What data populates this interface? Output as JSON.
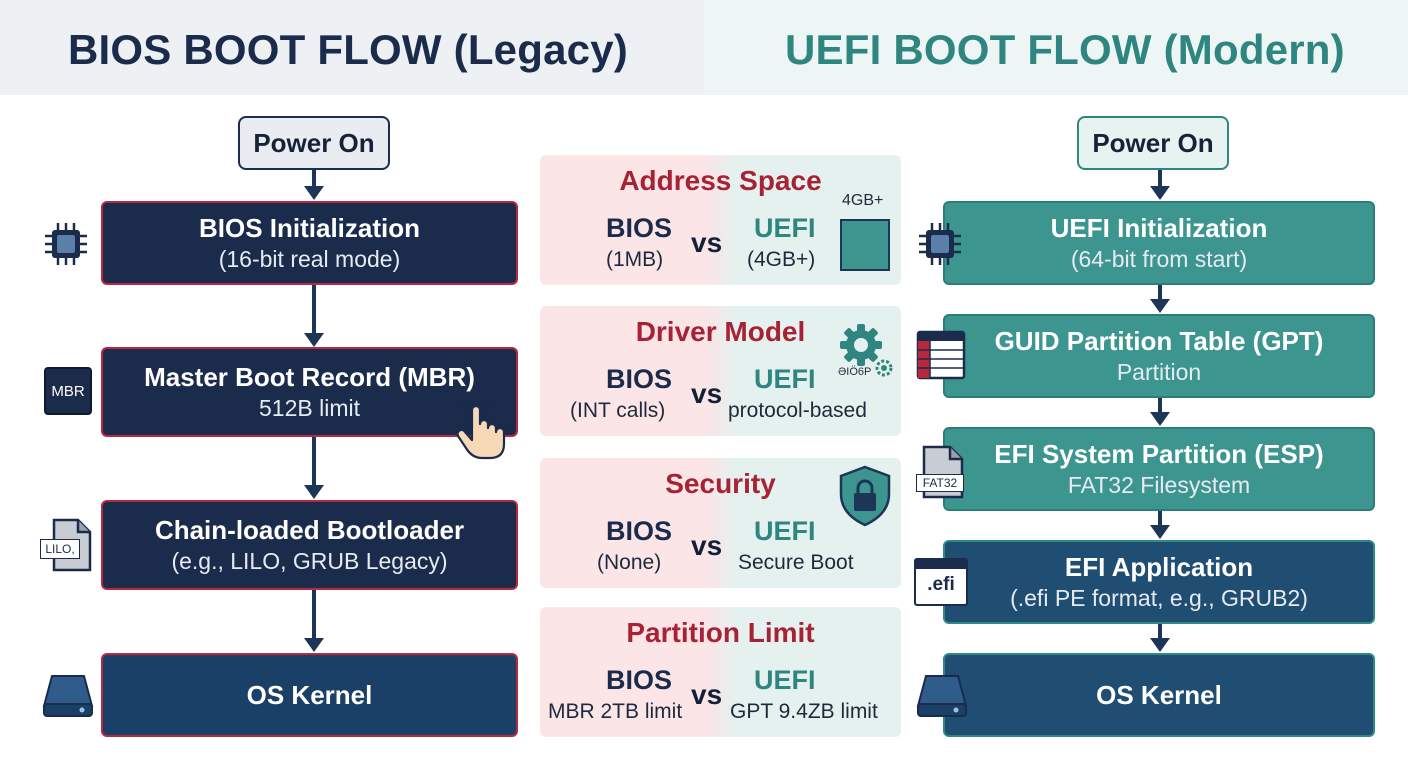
{
  "header": {
    "bios_title": "BIOS BOOT FLOW (Legacy)",
    "uefi_title": "UEFI BOOT FLOW (Modern)"
  },
  "bios_flow": {
    "power_on": "Power On",
    "steps": [
      {
        "title": "BIOS Initialization",
        "subtitle": "(16-bit real mode)",
        "icon": "chip-icon"
      },
      {
        "title": "Master Boot Record (MBR)",
        "subtitle": "512B limit",
        "icon": "mbr-icon",
        "icon_label": "MBR"
      },
      {
        "title": "Chain-loaded Bootloader",
        "subtitle": "(e.g., LILO, GRUB Legacy)",
        "icon": "file-icon",
        "icon_label": "LILO,"
      },
      {
        "title": "OS Kernel",
        "icon": "disk-icon"
      }
    ]
  },
  "uefi_flow": {
    "power_on": "Power On",
    "steps": [
      {
        "title": "UEFI Initialization",
        "subtitle": "(64-bit from start)",
        "icon": "chip-icon"
      },
      {
        "title": "GUID Partition Table (GPT)",
        "subtitle": "Partition",
        "icon": "table-icon"
      },
      {
        "title": "EFI System Partition (ESP)",
        "subtitle": "FAT32 Filesystem",
        "icon": "file-icon",
        "icon_label": "FAT32"
      },
      {
        "title": "EFI Application",
        "subtitle": "(.efi PE format, e.g., GRUB2)",
        "icon": "window-icon",
        "icon_label": ".efi"
      },
      {
        "title": "OS Kernel",
        "icon": "disk-icon"
      }
    ]
  },
  "comparisons": [
    {
      "title": "Address Space",
      "bios_label": "BIOS",
      "bios_value": "(1MB)",
      "vs": "vs",
      "uefi_label": "UEFI",
      "uefi_value": "(4GB+)",
      "icon": "memory-block-icon",
      "icon_label": "4GB+"
    },
    {
      "title": "Driver Model",
      "bios_label": "BIOS",
      "bios_value": "(INT calls)",
      "vs": "vs",
      "uefi_label": "UEFI",
      "uefi_value": "protocol-based",
      "icon": "gears-icon",
      "icon_label": "ƏIÖ6P"
    },
    {
      "title": "Security",
      "bios_label": "BIOS",
      "bios_value": "(None)",
      "vs": "vs",
      "uefi_label": "UEFI",
      "uefi_value": "Secure Boot",
      "icon": "shield-lock-icon"
    },
    {
      "title": "Partition Limit",
      "bios_label": "BIOS",
      "bios_value": "MBR 2TB limit",
      "vs": "vs",
      "uefi_label": "UEFI",
      "uefi_value": "GPT 9.4ZB limit"
    }
  ],
  "colors": {
    "bios_navy": "#1b2b4b",
    "bios_border_red": "#b8283f",
    "uefi_teal": "#3d9590",
    "uefi_dark_blue": "#1f4e72",
    "comparison_title_red": "#a82235"
  }
}
